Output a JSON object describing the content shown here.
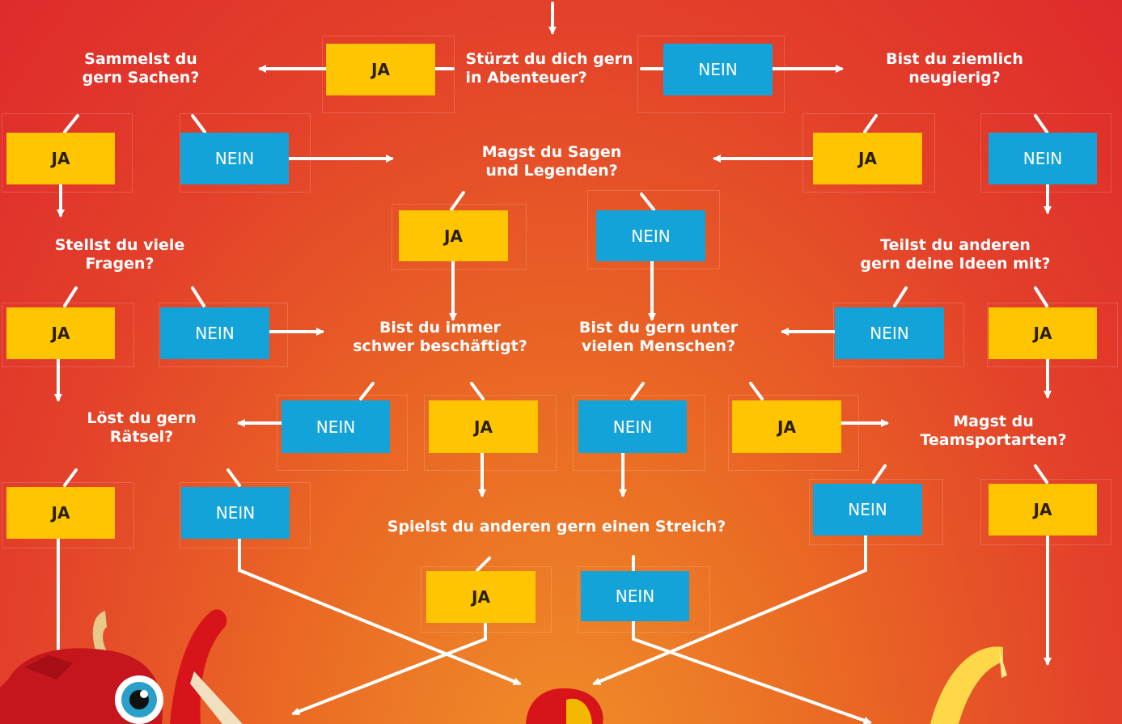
{
  "labels": {
    "yes": "JA",
    "no": "NEIN"
  },
  "questions": {
    "q_abenteuer": "Stürzt du dich gern\nin Abenteuer?",
    "q_sammeln": "Sammelst du\ngern Sachen?",
    "q_neugierig": "Bist du ziemlich\nneugierig?",
    "q_sagen": "Magst du Sagen\nund Legenden?",
    "q_fragen": "Stellst du viele\nFragen?",
    "q_ideen": "Teilst du anderen\ngern deine Ideen mit?",
    "q_beschaeftigt": "Bist du immer\nschwer beschäftigt?",
    "q_menschen": "Bist du gern unter\nvielen Menschen?",
    "q_raetsel": "Löst du gern\nRätsel?",
    "q_team": "Magst du\nTeamsportarten?",
    "q_streich": "Spielst du anderen gern einen Streich?"
  },
  "colors": {
    "yes_box": "#ffc500",
    "no_box": "#13a3d8",
    "arrows": "#ffffff",
    "background": "#e3402a"
  }
}
